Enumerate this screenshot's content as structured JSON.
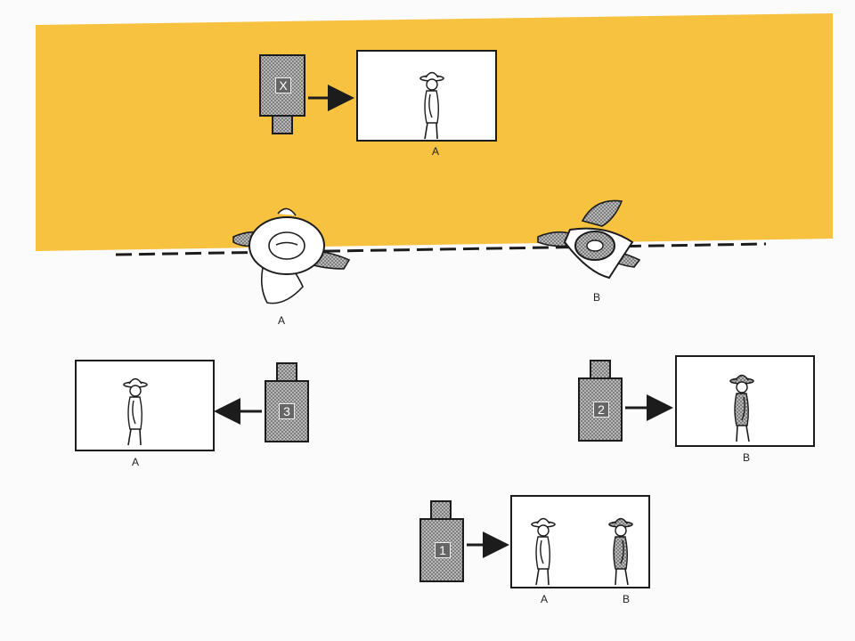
{
  "colors": {
    "ground": "#f7c23f",
    "paper": "#fbfbfb",
    "ink": "#1c1c1c",
    "camera_fill": "#9a9a9a"
  },
  "cameras": [
    {
      "id": "cam-x",
      "label": "X"
    },
    {
      "id": "cam-3",
      "label": "3"
    },
    {
      "id": "cam-2",
      "label": "2"
    },
    {
      "id": "cam-1",
      "label": "1"
    }
  ],
  "labels": {
    "frame_x": "A",
    "actor_a_top": "A",
    "actor_b_top": "B",
    "frame_3": "A",
    "frame_2": "B",
    "frame_1_a": "A",
    "frame_1_b": "B"
  }
}
